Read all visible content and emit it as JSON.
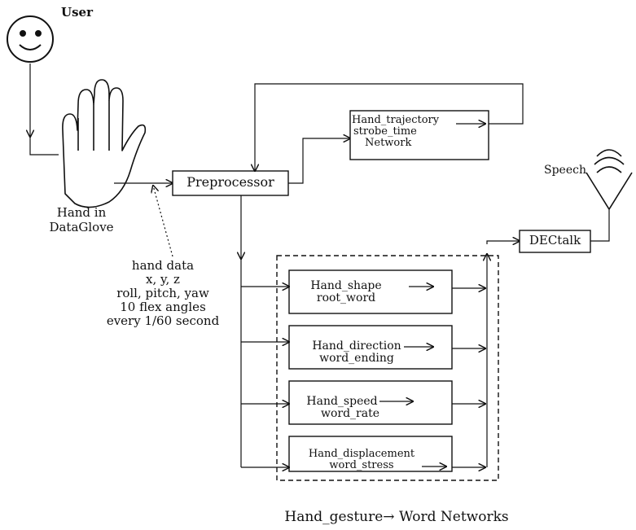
{
  "diagram": {
    "user_label": "User",
    "hand_label_line1": "Hand in",
    "hand_label_line2": "DataGlove",
    "hand_data": {
      "line1": "hand data",
      "line2": "x, y, z",
      "line3": "roll, pitch, yaw",
      "line4": "10 flex angles",
      "line5": "every 1/60 second"
    },
    "preprocessor": "Preprocessor",
    "trajectory": {
      "line1": "Hand_trajectory",
      "line2": "strobe_time",
      "line3": "Network"
    },
    "speech_label": "Speech",
    "dectalk": "DECtalk",
    "networks": [
      {
        "line1": "Hand_shape",
        "line2": "root_word"
      },
      {
        "line1": "Hand_direction",
        "line2": "word_ending"
      },
      {
        "line1": "Hand_speed",
        "line2": "word_rate"
      },
      {
        "line1": "Hand_displacement",
        "line2": "word_stress"
      }
    ],
    "caption": "Hand_gesture→ Word Networks"
  },
  "colors": {
    "ink": "#111111",
    "background": "#ffffff"
  }
}
